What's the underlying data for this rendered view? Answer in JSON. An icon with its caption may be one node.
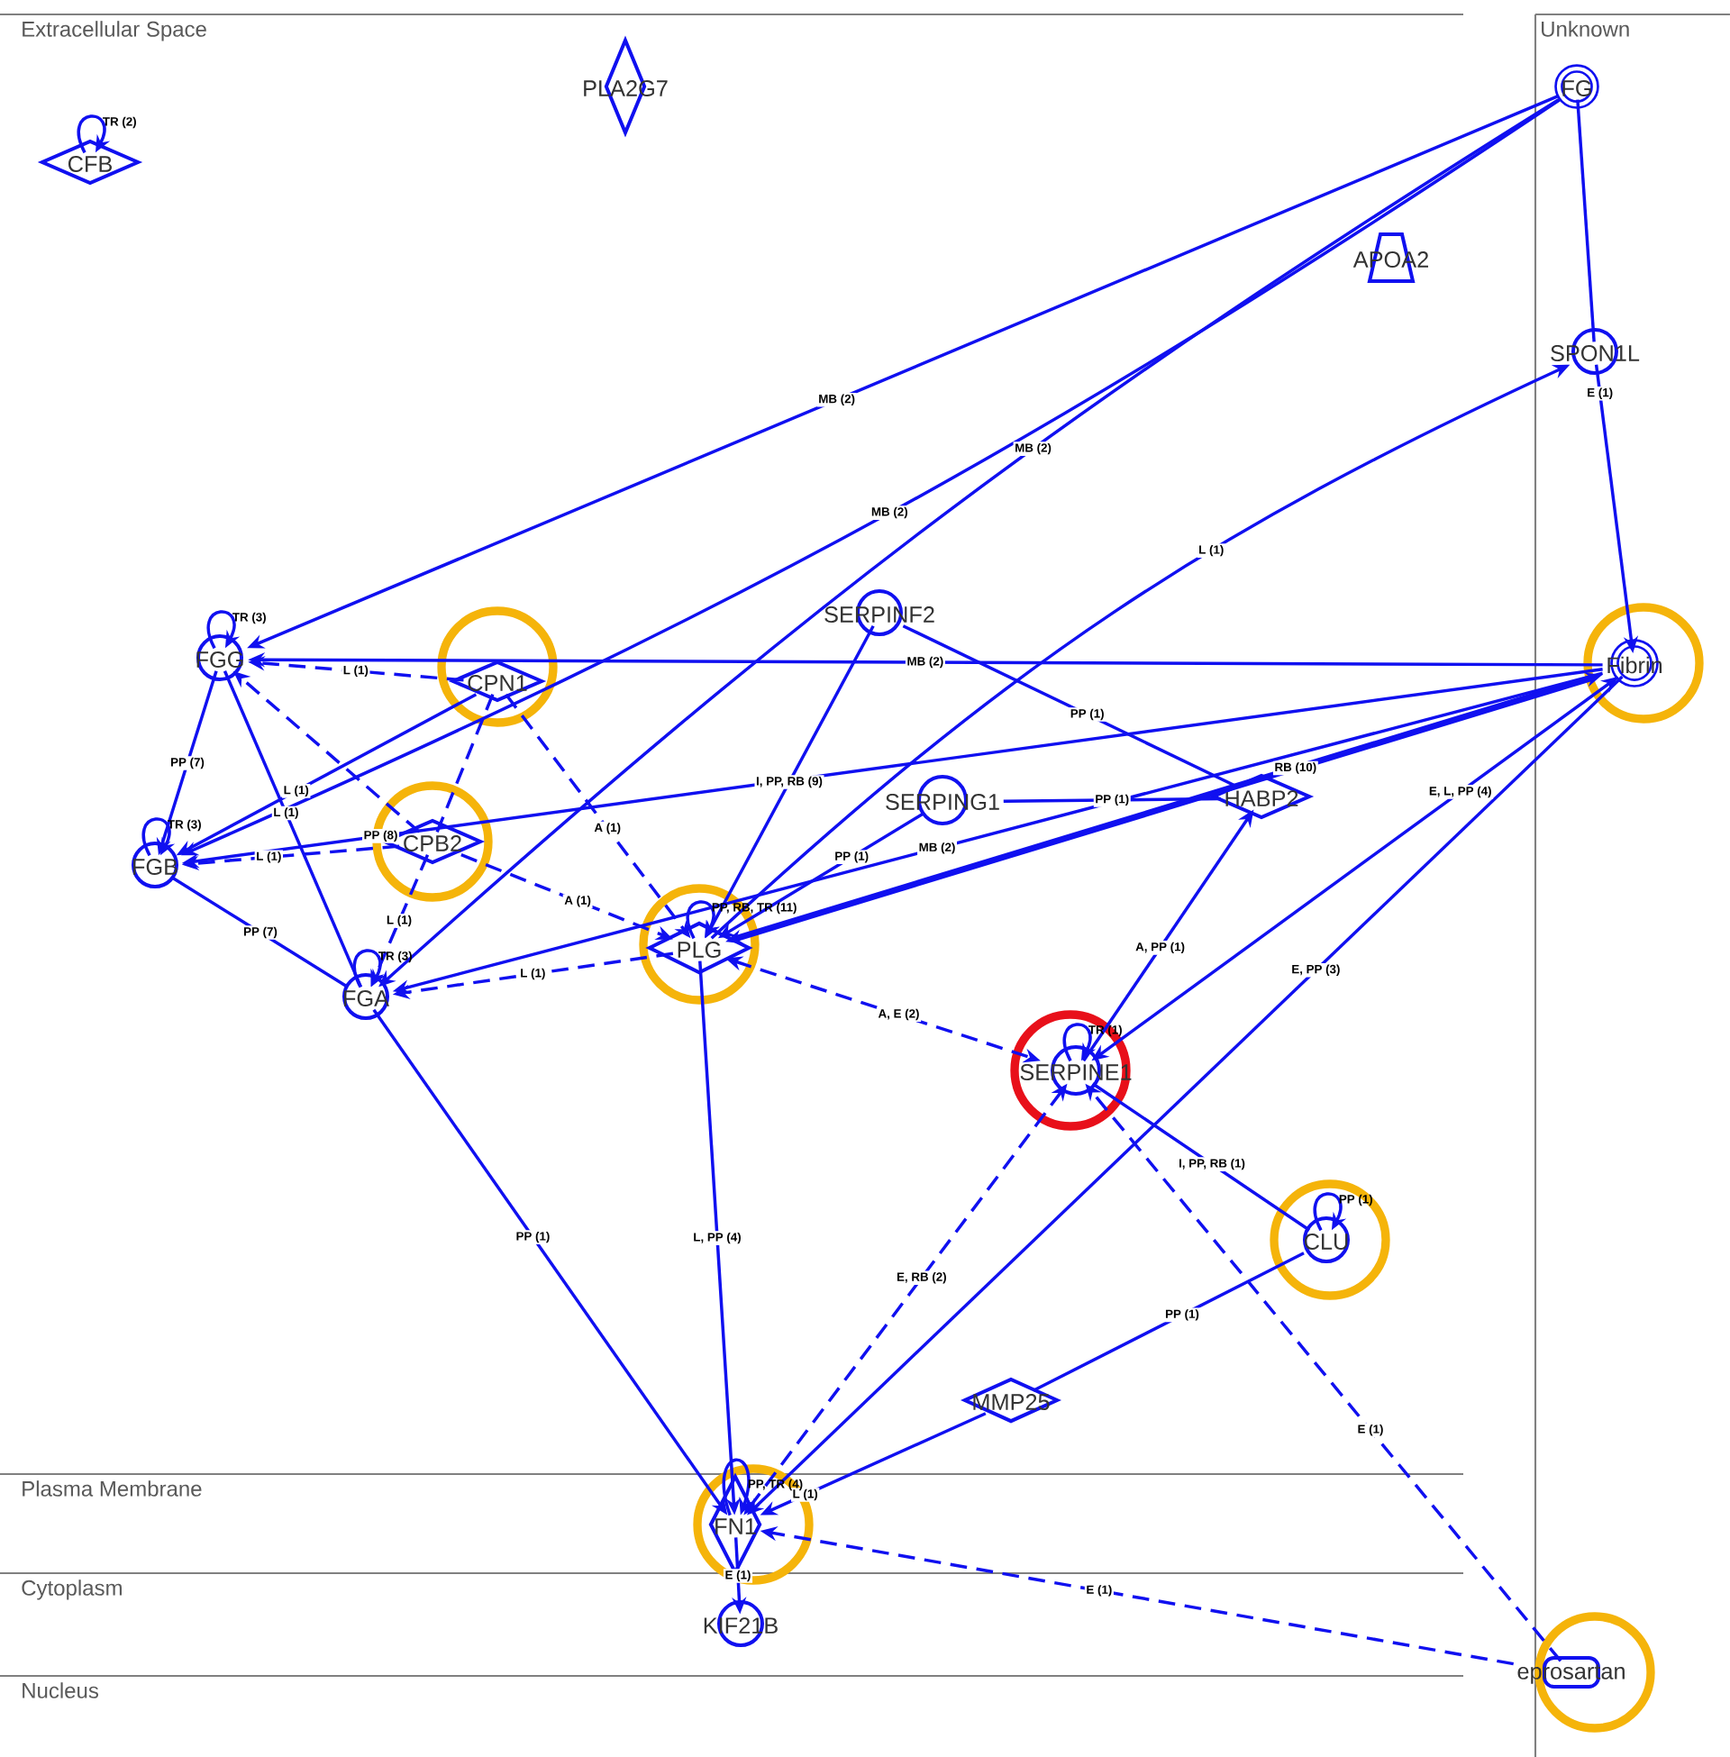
{
  "diagram": {
    "nodes": [
      {
        "text": [
          "CFB"
        ]
      },
      {
        "text": [
          "PLA2G7"
        ]
      },
      {
        "text": [
          "APOA2"
        ]
      },
      {
        "text": [
          "FG"
        ]
      },
      {
        "text": [
          "SPON1L"
        ]
      },
      {
        "text": [
          "FGG"
        ]
      },
      {
        "text": [
          "CPN1"
        ]
      },
      {
        "text": [
          "SERPINF2"
        ]
      },
      {
        "text": [
          "Fibrin"
        ]
      },
      {
        "text": [
          "FGB"
        ]
      },
      {
        "text": [
          "CPB2"
        ]
      },
      {
        "text": [
          "SERPING1"
        ]
      },
      {
        "text": [
          "HABP2"
        ]
      },
      {
        "text": [
          "PLG"
        ]
      },
      {
        "text": [
          "FGA"
        ]
      },
      {
        "text": [
          "SERPINE1"
        ]
      },
      {
        "text": [
          "CLU"
        ]
      },
      {
        "text": [
          "MMP25"
        ]
      },
      {
        "text": [
          "FN1"
        ]
      },
      {
        "text": [
          "KIF21B"
        ]
      },
      {
        "text": [
          "eprosartan"
        ]
      }
    ],
    "edges": [
      {
        "from": 3,
        "to": 5,
        "arrow": "to",
        "label": "MB (2)"
      },
      {
        "from": 3,
        "to": 9,
        "arrow": "to",
        "label": "MB (2)"
      },
      {
        "from": 3,
        "to": 14,
        "arrow": "to",
        "label": "MB (2)"
      },
      {
        "from": 3,
        "to": 4,
        "arrow": "none"
      },
      {
        "from": 4,
        "to": 8,
        "arrow": "to",
        "label": "E (1)"
      },
      {
        "from": 13,
        "to": 4,
        "arrow": "to",
        "label": "L (1)"
      },
      {
        "from": 8,
        "to": 5,
        "arrow": "to",
        "label": "MB (2)"
      },
      {
        "from": 7,
        "to": 12,
        "arrow": "none",
        "label": "PP (1)"
      },
      {
        "from": 7,
        "to": 13,
        "arrow": "to",
        "label": "I, PP, RB (9)"
      },
      {
        "from": 8,
        "to": 9,
        "arrow": "to",
        "label": "PP (8)"
      },
      {
        "from": 8,
        "to": 13,
        "arrow": "both",
        "style": "thick",
        "label": "RB (10)"
      },
      {
        "from": 8,
        "to": 14,
        "arrow": "to",
        "label": "MB (2)"
      },
      {
        "from": 11,
        "to": 12,
        "arrow": "none",
        "label": "PP (1)"
      },
      {
        "from": 11,
        "to": 13,
        "arrow": "to",
        "label": "PP (1)"
      },
      {
        "from": 6,
        "to": 5,
        "arrow": "to",
        "style": "dashed",
        "label": "L (1)"
      },
      {
        "from": 6,
        "to": 9,
        "arrow": "to",
        "label": "L (1)"
      },
      {
        "from": 10,
        "to": 5,
        "arrow": "to",
        "style": "dashed"
      },
      {
        "from": 6,
        "to": 10,
        "arrow": "none",
        "style": "dashed"
      },
      {
        "from": 6,
        "to": 13,
        "arrow": "to",
        "style": "dashed",
        "label": "A (1)"
      },
      {
        "from": 10,
        "to": 9,
        "arrow": "to",
        "style": "dashed",
        "label": "L (1)"
      },
      {
        "from": 10,
        "to": 13,
        "arrow": "to",
        "style": "dashed",
        "label": "A (1)"
      },
      {
        "from": 10,
        "to": 14,
        "arrow": "to",
        "style": "dashed",
        "label": "L (1)"
      },
      {
        "from": 5,
        "to": 9,
        "arrow": "to",
        "label": "PP (7)"
      },
      {
        "from": 5,
        "to": 14,
        "arrow": "none",
        "label": "L (1)"
      },
      {
        "from": 9,
        "to": 14,
        "arrow": "none",
        "label": "PP (7)"
      },
      {
        "from": 13,
        "to": 14,
        "arrow": "to",
        "style": "dashed",
        "label": "L (1)"
      },
      {
        "from": 15,
        "to": 12,
        "arrow": "to",
        "label": "A, PP (1)"
      },
      {
        "from": 8,
        "to": 15,
        "arrow": "both",
        "label": "E, L, PP (4)"
      },
      {
        "from": 8,
        "to": 18,
        "arrow": "to",
        "label": "E, PP (3)"
      },
      {
        "from": 15,
        "to": 16,
        "arrow": "none",
        "label": "I, PP, RB (1)"
      },
      {
        "from": 15,
        "to": 18,
        "arrow": "both",
        "style": "dashed",
        "label": "E, RB (2)"
      },
      {
        "from": 20,
        "to": 15,
        "arrow": "to",
        "style": "dashed",
        "label": "E (1)"
      },
      {
        "from": 20,
        "to": 18,
        "arrow": "to",
        "style": "dashed",
        "label": "E (1)"
      },
      {
        "from": 13,
        "to": 15,
        "arrow": "both",
        "style": "dashed",
        "label": "A, E (2)"
      },
      {
        "from": 13,
        "to": 18,
        "arrow": "to",
        "label": "L, PP (4)"
      },
      {
        "from": 14,
        "to": 18,
        "arrow": "to",
        "label": "PP (1)"
      },
      {
        "from": 16,
        "to": 17,
        "arrow": "none",
        "label": "PP (1)"
      },
      {
        "from": 17,
        "to": 18,
        "arrow": "to",
        "label": "L (1)"
      },
      {
        "from": 18,
        "to": 19,
        "arrow": "to",
        "label": "E (1)"
      },
      {
        "from": 0,
        "to": 0,
        "arrow": "to",
        "label": "TR (2)"
      },
      {
        "from": 5,
        "to": 5,
        "arrow": "to",
        "label": "TR (3)"
      },
      {
        "from": 9,
        "to": 9,
        "arrow": "to",
        "label": "TR (3)"
      },
      {
        "from": 14,
        "to": 14,
        "arrow": "to",
        "label": "TR (3)"
      },
      {
        "from": 13,
        "to": 13,
        "arrow": "to",
        "label": "PP, RB, TR (11)"
      },
      {
        "from": 15,
        "to": 15,
        "arrow": "to",
        "label": "TR (1)"
      },
      {
        "from": 16,
        "to": 16,
        "arrow": "to",
        "label": "PP (1)"
      },
      {
        "from": 18,
        "to": 18,
        "arrow": "to",
        "label": "PP, TR (4)"
      }
    ],
    "labels": [
      "Extracellular Space",
      "Unknown",
      "Plasma Membrane",
      "Cytoplasm",
      "Nucleus"
    ]
  }
}
